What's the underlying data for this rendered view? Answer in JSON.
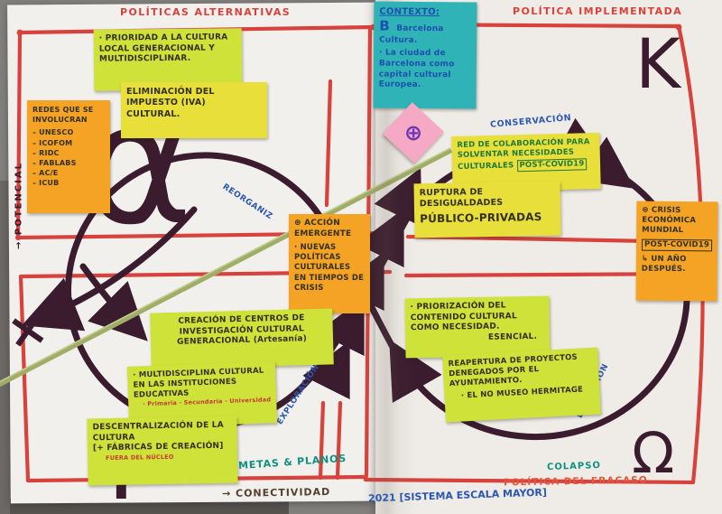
{
  "palette": {
    "bg": "#82807d",
    "paper": "#f2f0ed",
    "paper_right": "#efece7",
    "red": "#d8423c",
    "plum": "#3a1c2e",
    "blue": "#2a57b0",
    "teal": "#0e9180",
    "brown": "#53412d",
    "orange_red": "#e2573c",
    "sticky_yellow": "#e9df3b",
    "sticky_green": "#cfe23a",
    "sticky_orange": "#f4a324",
    "sticky_pink": "#f6a9c4",
    "sticky_teal": "#2fb3b7",
    "context_blue": "#1d50ae",
    "colab_green": "#1f7a36",
    "stick": "#a0ad67",
    "ink": "#33301c",
    "sub_red": "#c23b2e"
  },
  "headings": {
    "top_left": "POLÍTICAS ALTERNATIVAS",
    "top_right": "POLÍTICA IMPLEMENTADA",
    "bottom_right": "POLÍTICA DEL FRACASO",
    "metas_planos": "METAS & PLANOS",
    "conectividad": "CONECTIVIDAD",
    "potencial": "POTENCIAL",
    "year_note": "2021 [SISTEMA ESCALA MAYOR]"
  },
  "phases": {
    "reorganiz": "REORGANIZ",
    "conservacion": "CONSERVACIÓN",
    "exploracion": "EXPLORACIÓN",
    "liberacion": "LIBERACIÓN",
    "colapso": "COLAPSO"
  },
  "letters": {
    "alpha": "α",
    "k": "K",
    "r": "r",
    "omega": "Ω"
  },
  "icons": {
    "arrow_right": "→",
    "arrow_up": "→",
    "return_arrow": "↳",
    "circle_plus": "⊕",
    "circle_asterisk": "⊛",
    "x_mark": "×"
  },
  "context_note": {
    "title": "CONTEXTO:",
    "logo": "B",
    "line1": "Barcelona Cultura.",
    "line2": "· La ciudad de Barcelona como capital cultural Europea."
  },
  "stickies": {
    "prioridad": {
      "text": "· PRIORIDAD A LA CULTURA LOCAL GENERACIONAL Y MULTIDISCIPLINAR."
    },
    "eliminacion": {
      "text": "ELIMINACIÓN DEL IMPUESTO (IVA) CULTURAL."
    },
    "redes": {
      "title": "REDES QUE SE INVOLUCRAN",
      "items": [
        "– UNESCO",
        "– ICOFOM",
        "– RIDC",
        "– FABLABS",
        "– AC/E",
        "– ICUB"
      ]
    },
    "accion": {
      "title": "ACCIÓN EMERGENTE",
      "body": "· NUEVAS POLÍTICAS CULTURALES EN TIEMPOS DE CRISIS"
    },
    "red_colab": {
      "text": "RED DE COLABORACIÓN PARA SOLVENTAR NECESIDADES CULTURALES",
      "tag": "POST-COVID19"
    },
    "ruptura": {
      "line1": "RUPTURA DE DESIGUALDADES",
      "line2": "PÚBLICO-PRIVADAS"
    },
    "crisis": {
      "title": "CRISIS ECONÓMICA MUNDIAL",
      "tag": "POST-COVID19",
      "sub": "UN AÑO DESPUÉS."
    },
    "priorizacion": {
      "text": "· PRIORIZACIÓN DEL CONTENIDO CULTURAL COMO NECESIDAD.",
      "sub": "ESENCIAL."
    },
    "reapertura": {
      "text": "REAPERTURA DE PROYECTOS DENEGADOS POR EL AYUNTAMIENTO.",
      "sub": "· EL NO MUSEO HERMITAGE"
    },
    "creacion": {
      "text": "CREACIÓN DE CENTROS DE INVESTIGACIÓN CULTURAL GENERACIONAL (Artesanía)"
    },
    "multidisciplina": {
      "text": "· MULTIDISCIPLINA CULTURAL EN LAS INSTITUCIONES EDUCATIVAS",
      "sub": "· Primaria  · Secundaria  · Universidad"
    },
    "descentralizacion": {
      "line1": "DESCENTRALIZACIÓN DE LA CULTURA",
      "line2": "[+ FÁBRICAS DE CREACIÓN]",
      "sub": "FUERA DEL NÚCLEO"
    }
  }
}
